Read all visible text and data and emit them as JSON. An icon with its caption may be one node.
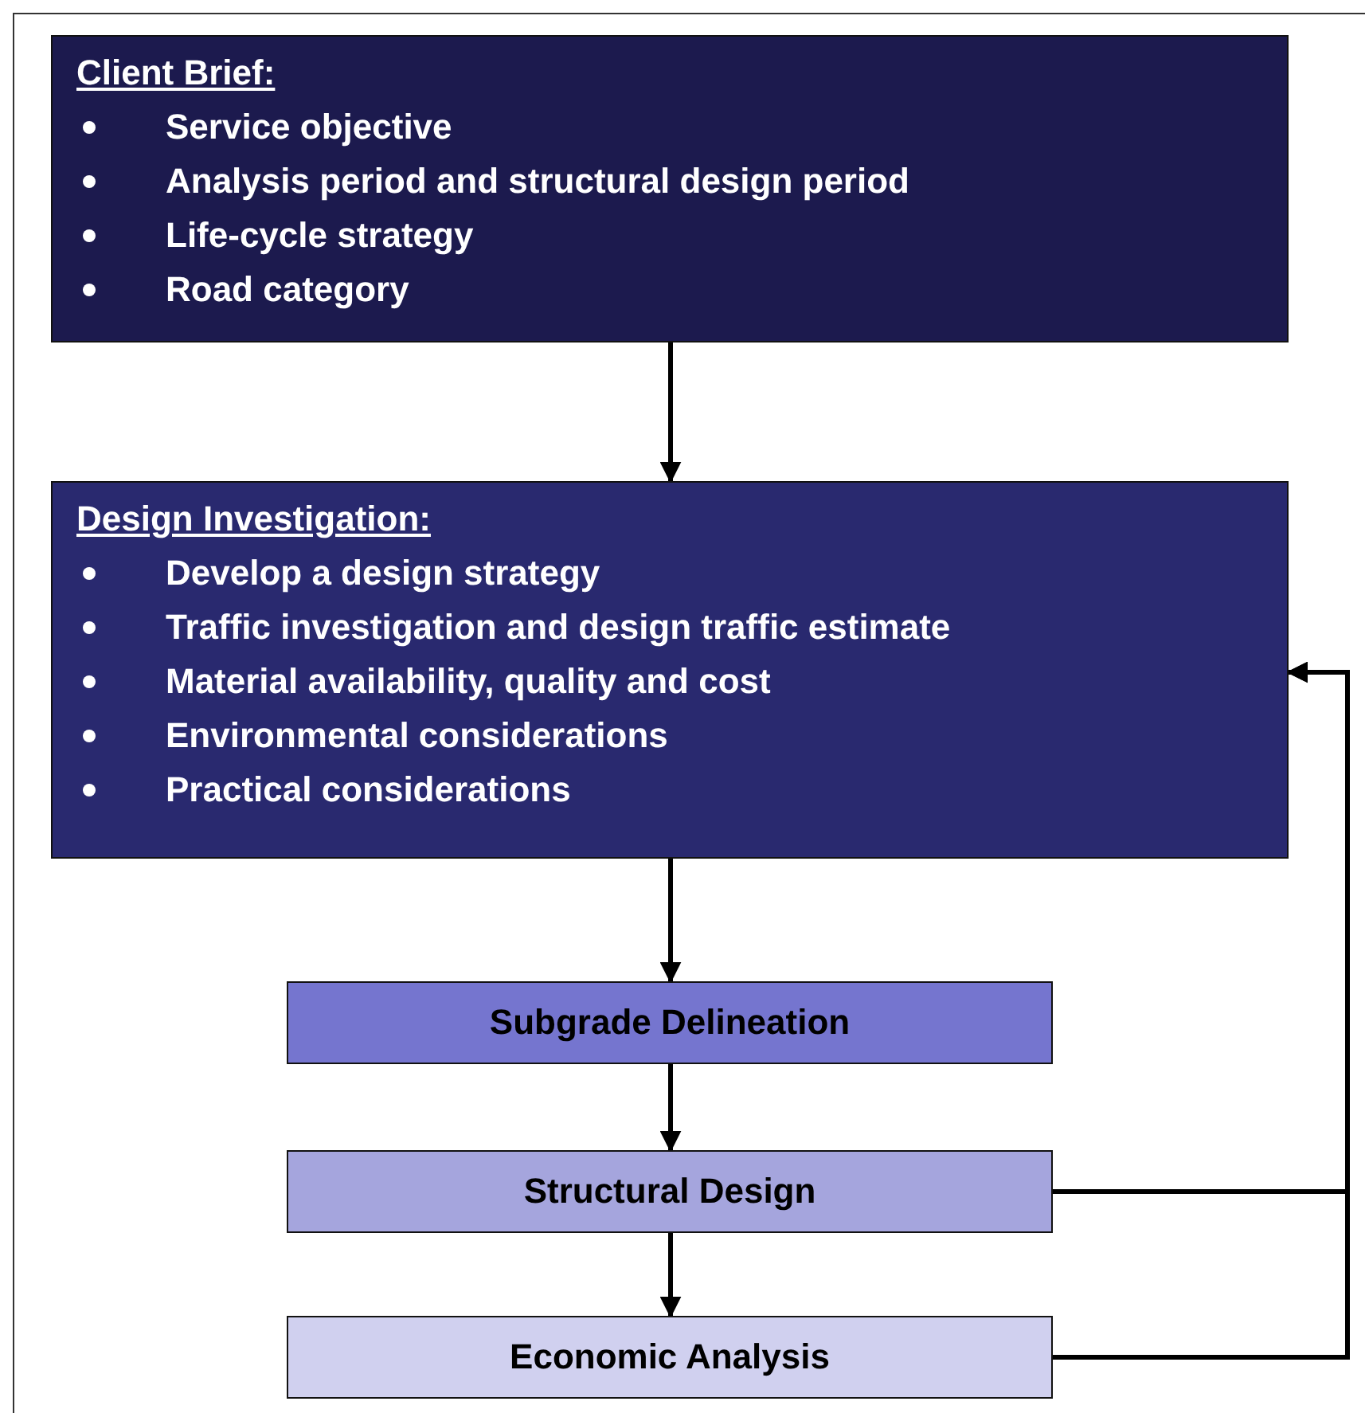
{
  "diagram": {
    "nodes": [
      {
        "text": [
          "Client Brief:",
          "Service objective",
          "Analysis period and structural design period",
          "Life-cycle strategy",
          "Road category"
        ]
      },
      {
        "text": [
          "Design Investigation:",
          "Develop a design strategy",
          "Traffic investigation and design traffic estimate",
          "Material availability, quality and cost",
          "Environmental considerations",
          "Practical considerations"
        ]
      },
      {
        "text": [
          "Subgrade Delineation"
        ]
      },
      {
        "text": [
          "Structural Design"
        ]
      },
      {
        "text": [
          "Economic Analysis"
        ]
      }
    ],
    "edges": [
      {
        "from": 0,
        "to": 1,
        "arrow": "to"
      },
      {
        "from": 1,
        "to": 2,
        "arrow": "to"
      },
      {
        "from": 2,
        "to": 3,
        "arrow": "to"
      },
      {
        "from": 3,
        "to": 4,
        "arrow": "to"
      },
      {
        "from": 3,
        "to": 1,
        "arrow": "to"
      },
      {
        "from": 4,
        "to": 1,
        "arrow": "to"
      }
    ]
  }
}
